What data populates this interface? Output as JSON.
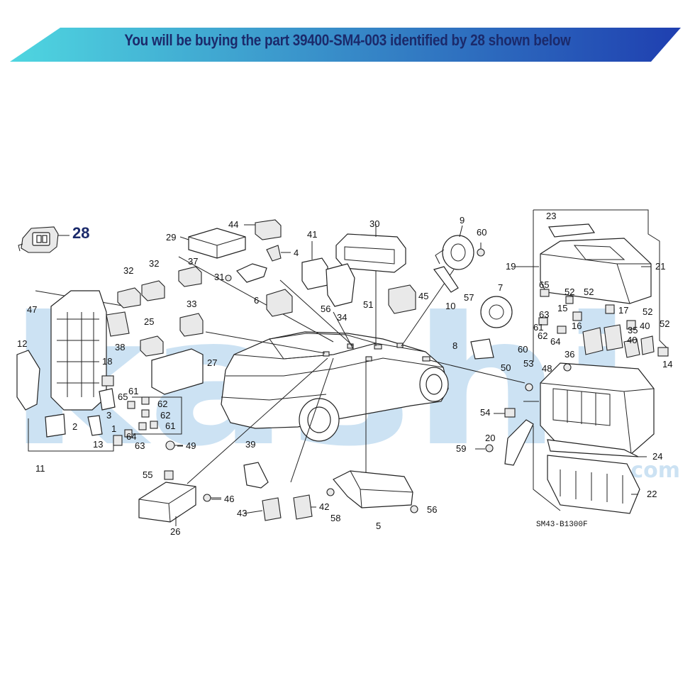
{
  "banner": {
    "text": "You will be buying the part 39400-SM4-003 identified by 28 shown below",
    "gradient_left": "#4fd6e0",
    "gradient_right": "#1f3fb0",
    "text_color": "#1b2a6b"
  },
  "highlight": {
    "number": "28",
    "color": "#1b2a6b"
  },
  "watermark": {
    "text": "kashi",
    "suffix": ".com",
    "color": "#bcd9ef"
  },
  "diagram_code": "SM43-B1300F",
  "labels": [
    {
      "id": "l44",
      "text": "44"
    },
    {
      "id": "l29",
      "text": "29"
    },
    {
      "id": "l30",
      "text": "30"
    },
    {
      "id": "l9",
      "text": "9"
    },
    {
      "id": "l60a",
      "text": "60"
    },
    {
      "id": "l41",
      "text": "41"
    },
    {
      "id": "l4",
      "text": "4"
    },
    {
      "id": "l37",
      "text": "37"
    },
    {
      "id": "l32a",
      "text": "32"
    },
    {
      "id": "l32b",
      "text": "32"
    },
    {
      "id": "l31",
      "text": "31"
    },
    {
      "id": "l47",
      "text": "47"
    },
    {
      "id": "l6",
      "text": "6"
    },
    {
      "id": "l56a",
      "text": "56"
    },
    {
      "id": "l34",
      "text": "34"
    },
    {
      "id": "l51",
      "text": "51"
    },
    {
      "id": "l45",
      "text": "45"
    },
    {
      "id": "l10",
      "text": "10"
    },
    {
      "id": "l57",
      "text": "57"
    },
    {
      "id": "l7",
      "text": "7"
    },
    {
      "id": "l23",
      "text": "23"
    },
    {
      "id": "l19",
      "text": "19"
    },
    {
      "id": "l21",
      "text": "21"
    },
    {
      "id": "l65a",
      "text": "65"
    },
    {
      "id": "l52a",
      "text": "52"
    },
    {
      "id": "l52b",
      "text": "52"
    },
    {
      "id": "l15",
      "text": "15"
    },
    {
      "id": "l63a",
      "text": "63"
    },
    {
      "id": "l17",
      "text": "17"
    },
    {
      "id": "l52c",
      "text": "52"
    },
    {
      "id": "l61a",
      "text": "61"
    },
    {
      "id": "l16",
      "text": "16"
    },
    {
      "id": "l62a",
      "text": "62"
    },
    {
      "id": "l64a",
      "text": "64"
    },
    {
      "id": "l35",
      "text": "35"
    },
    {
      "id": "l40a",
      "text": "40"
    },
    {
      "id": "l40b",
      "text": "40"
    },
    {
      "id": "l52d",
      "text": "52"
    },
    {
      "id": "l33",
      "text": "33"
    },
    {
      "id": "l25",
      "text": "25"
    },
    {
      "id": "l12",
      "text": "12"
    },
    {
      "id": "l38",
      "text": "38"
    },
    {
      "id": "l27",
      "text": "27"
    },
    {
      "id": "l8",
      "text": "8"
    },
    {
      "id": "l60b",
      "text": "60"
    },
    {
      "id": "l50",
      "text": "50"
    },
    {
      "id": "l36",
      "text": "36"
    },
    {
      "id": "l18",
      "text": "18"
    },
    {
      "id": "l61b",
      "text": "61"
    },
    {
      "id": "l65b",
      "text": "65"
    },
    {
      "id": "l62b",
      "text": "62"
    },
    {
      "id": "l3",
      "text": "3"
    },
    {
      "id": "l62c",
      "text": "62"
    },
    {
      "id": "l2",
      "text": "2"
    },
    {
      "id": "l64b",
      "text": "64"
    },
    {
      "id": "l61c",
      "text": "61"
    },
    {
      "id": "l1",
      "text": "1"
    },
    {
      "id": "l13",
      "text": "13"
    },
    {
      "id": "l63b",
      "text": "63"
    },
    {
      "id": "l49",
      "text": "49"
    },
    {
      "id": "l11",
      "text": "11"
    },
    {
      "id": "l53",
      "text": "53"
    },
    {
      "id": "l48",
      "text": "48"
    },
    {
      "id": "l14",
      "text": "14"
    },
    {
      "id": "l54",
      "text": "54"
    },
    {
      "id": "l20",
      "text": "20"
    },
    {
      "id": "l59",
      "text": "59"
    },
    {
      "id": "l24",
      "text": "24"
    },
    {
      "id": "l39",
      "text": "39"
    },
    {
      "id": "l55",
      "text": "55"
    },
    {
      "id": "l46",
      "text": "46"
    },
    {
      "id": "l26",
      "text": "26"
    },
    {
      "id": "l43",
      "text": "43"
    },
    {
      "id": "l42",
      "text": "42"
    },
    {
      "id": "l58",
      "text": "58"
    },
    {
      "id": "l5",
      "text": "5"
    },
    {
      "id": "l56b",
      "text": "56"
    },
    {
      "id": "l22",
      "text": "22"
    }
  ]
}
